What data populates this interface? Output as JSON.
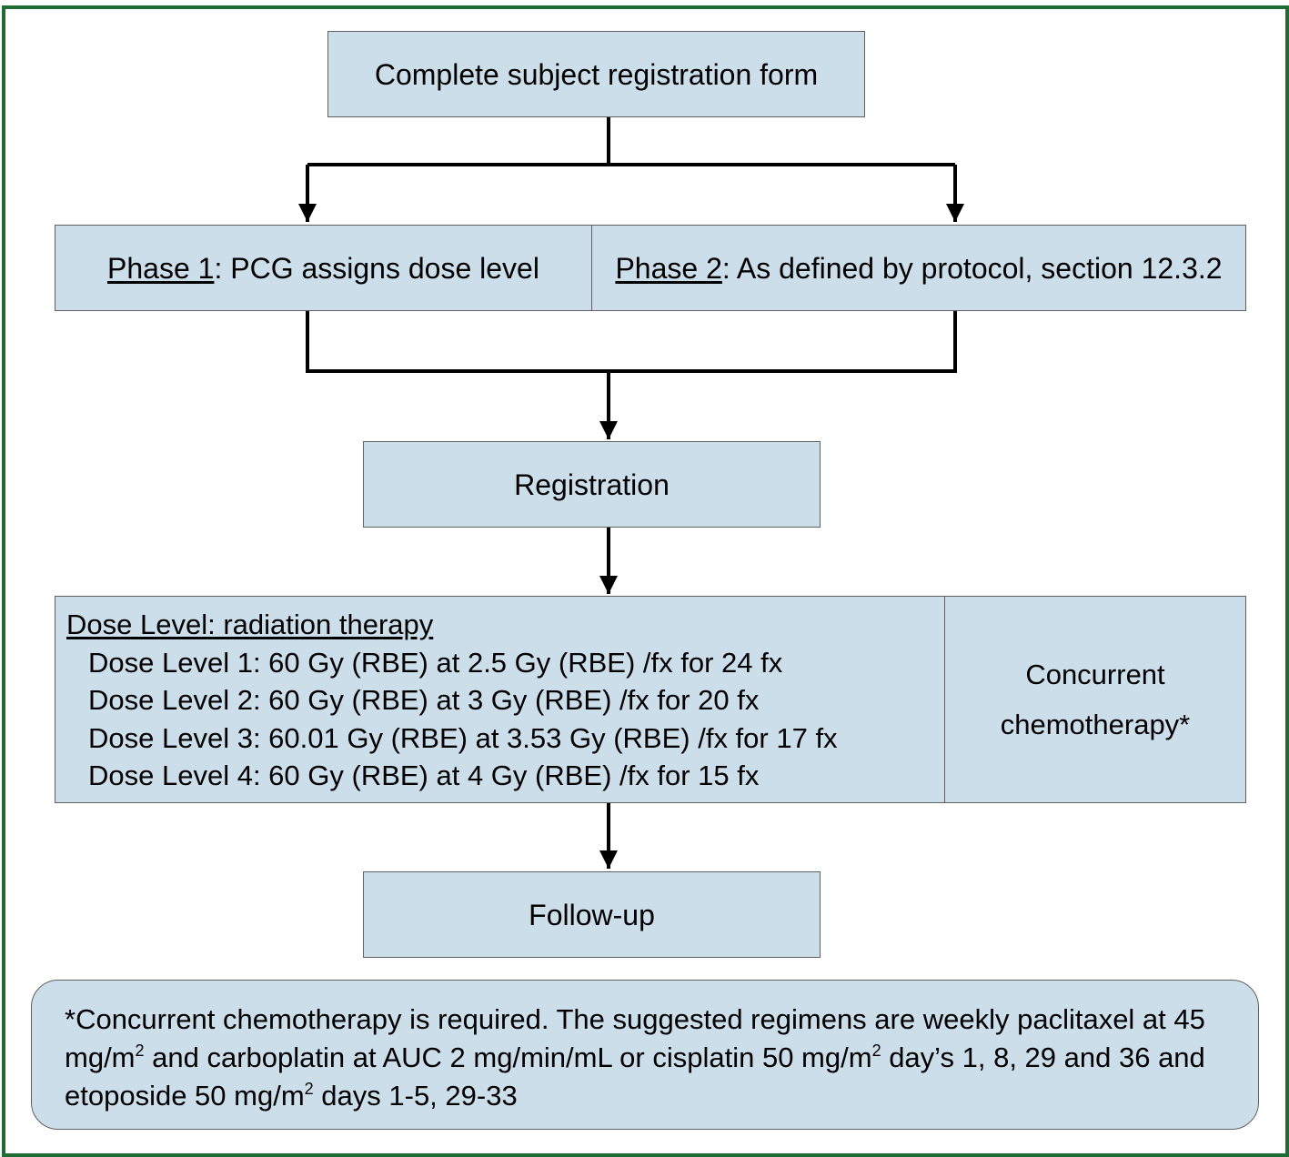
{
  "start": {
    "label": "Complete subject registration form"
  },
  "phase1": {
    "heading": "Phase 1",
    "text": ": PCG assigns dose level"
  },
  "phase2": {
    "heading": "Phase 2",
    "text": ": As defined by protocol, section 12.3.2"
  },
  "registration": {
    "label": "Registration"
  },
  "dose": {
    "heading": "Dose Level: radiation therapy",
    "levels": [
      "Dose Level 1: 60 Gy (RBE) at 2.5 Gy (RBE) /fx for 24 fx",
      "Dose Level 2: 60 Gy (RBE) at 3 Gy (RBE) /fx for 20 fx",
      "Dose Level 3: 60.01 Gy (RBE) at 3.53 Gy (RBE) /fx for 17 fx",
      "Dose Level 4: 60 Gy (RBE) at 4 Gy (RBE) /fx for 15 fx"
    ]
  },
  "chemo": {
    "line1": "Concurrent",
    "line2": "chemotherapy*"
  },
  "followup": {
    "label": "Follow-up"
  },
  "footnote": {
    "p1": "*Concurrent chemotherapy is required. The suggested regimens are weekly paclitaxel at 45 mg/m",
    "sup": "2",
    "p2": " and carboplatin at AUC 2 mg/min/mL or cisplatin 50 mg/m",
    "p3": " day’s 1, 8, 29 and 36 and etoposide 50 mg/m",
    "p4": " days 1-5, 29-33"
  },
  "colors": {
    "box_fill": "#cddeeb",
    "frame": "#1e6b34",
    "border": "#606060"
  }
}
